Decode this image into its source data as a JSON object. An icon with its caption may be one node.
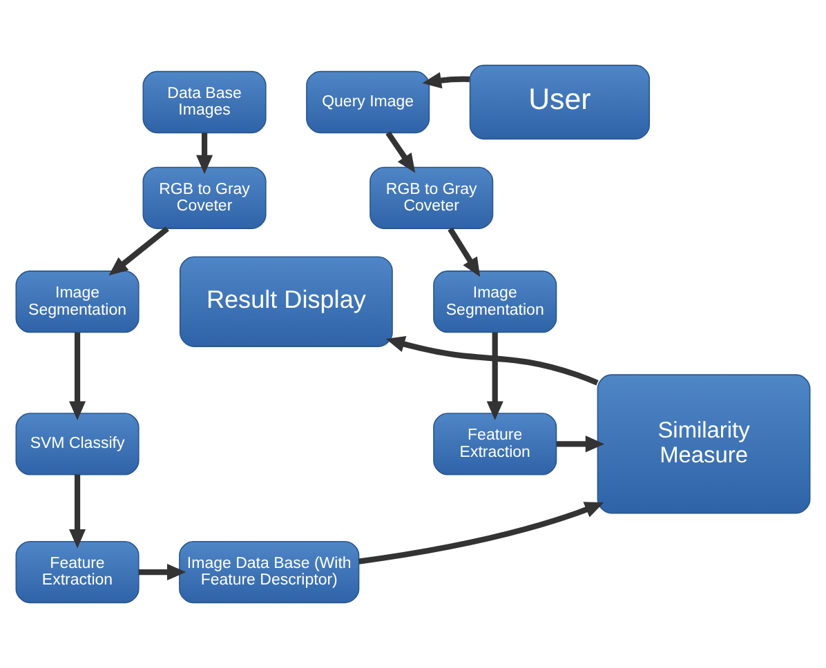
{
  "diagram": {
    "nodes": [
      {
        "text": [
          "Data Base Images"
        ]
      },
      {
        "text": [
          "Query Image"
        ]
      },
      {
        "text": [
          "User"
        ]
      },
      {
        "text": [
          "RGB to Gray Coveter"
        ]
      },
      {
        "text": [
          "RGB to Gray Coveter"
        ]
      },
      {
        "text": [
          "Image Segmentation"
        ]
      },
      {
        "text": [
          "Image Segmentation"
        ]
      },
      {
        "text": [
          "Result Display"
        ]
      },
      {
        "text": [
          "SVM Classify"
        ]
      },
      {
        "text": [
          "Feature Extraction"
        ]
      },
      {
        "text": [
          "Similarity Measure"
        ]
      },
      {
        "text": [
          "Feature Extraction"
        ]
      },
      {
        "text": [
          "Image Data Base (With Feature Descriptor)"
        ]
      }
    ],
    "edges": [
      {
        "from": 0,
        "to": 3,
        "arrow": "to"
      },
      {
        "from": 3,
        "to": 5,
        "arrow": "to"
      },
      {
        "from": 5,
        "to": 8,
        "arrow": "to"
      },
      {
        "from": 8,
        "to": 11,
        "arrow": "to"
      },
      {
        "from": 11,
        "to": 12,
        "arrow": "to"
      },
      {
        "from": 12,
        "to": 10,
        "arrow": "to"
      },
      {
        "from": 2,
        "to": 1,
        "arrow": "to"
      },
      {
        "from": 1,
        "to": 4,
        "arrow": "to"
      },
      {
        "from": 4,
        "to": 6,
        "arrow": "to"
      },
      {
        "from": 6,
        "to": 9,
        "arrow": "to"
      },
      {
        "from": 9,
        "to": 10,
        "arrow": "to"
      },
      {
        "from": 10,
        "to": 7,
        "arrow": "to"
      }
    ]
  }
}
